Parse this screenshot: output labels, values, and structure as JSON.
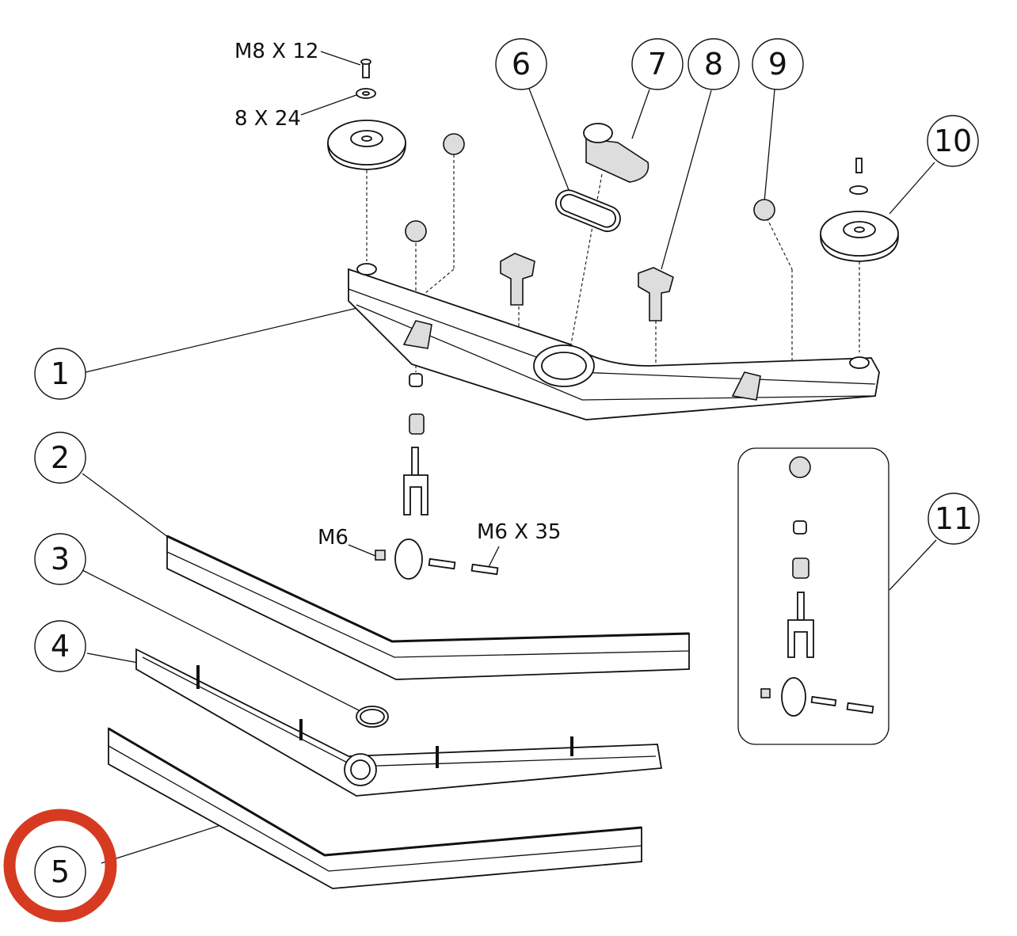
{
  "diagram": {
    "callouts": [
      "1",
      "2",
      "3",
      "4",
      "5",
      "6",
      "7",
      "8",
      "9",
      "10",
      "11"
    ],
    "labels": {
      "screw_top": "M8 X 12",
      "washer_top": "8 X 24",
      "nut": "M6",
      "bolt": "M6 X 35"
    },
    "highlighted_callout": "5",
    "highlight_color": "#d63b22"
  }
}
